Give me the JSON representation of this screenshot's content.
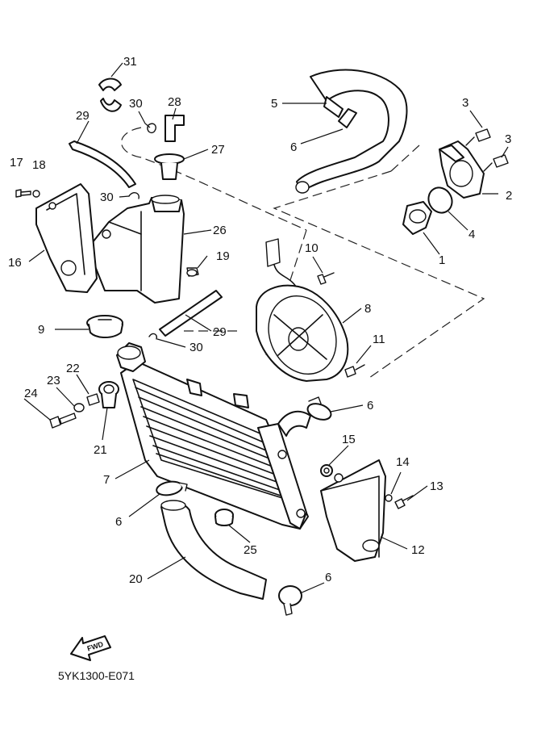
{
  "diagram": {
    "code": "5YK1300-E071",
    "fwd_label": "FWD",
    "callouts": {
      "c1": "1",
      "c2": "2",
      "c3a": "3",
      "c3b": "3",
      "c4": "4",
      "c5": "5",
      "c6a": "6",
      "c6b": "6",
      "c6c": "6",
      "c6d": "6",
      "c7": "7",
      "c8": "8",
      "c9": "9",
      "c10": "10",
      "c11": "11",
      "c12": "12",
      "c13": "13",
      "c14": "14",
      "c15": "15",
      "c16": "16",
      "c17": "17",
      "c18": "18",
      "c19": "19",
      "c20": "20",
      "c21": "21",
      "c22": "22",
      "c23": "23",
      "c24": "24",
      "c25": "25",
      "c26": "26",
      "c27": "27",
      "c28": "28",
      "c29a": "29",
      "c29b": "29",
      "c30a": "30",
      "c30b": "30",
      "c30c": "30",
      "c31": "31"
    }
  }
}
